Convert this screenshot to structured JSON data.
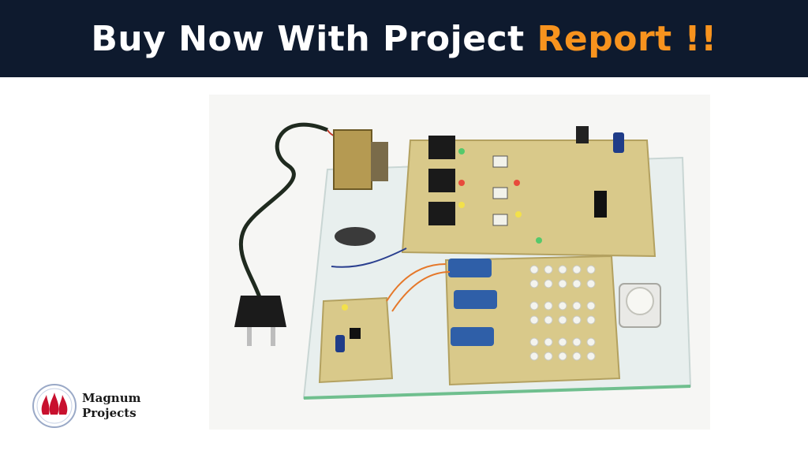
{
  "banner": {
    "headline_main": "Buy Now With Project",
    "headline_accent": "Report !!",
    "background_color": "#0e1a2e",
    "accent_color": "#f7931e"
  },
  "product_image": {
    "icon": "circuit-board-photo"
  },
  "brand": {
    "line1": "Magnum",
    "line2": "Projects",
    "logo_icon": "flame-logo-icon",
    "logo_color": "#c8102e"
  }
}
